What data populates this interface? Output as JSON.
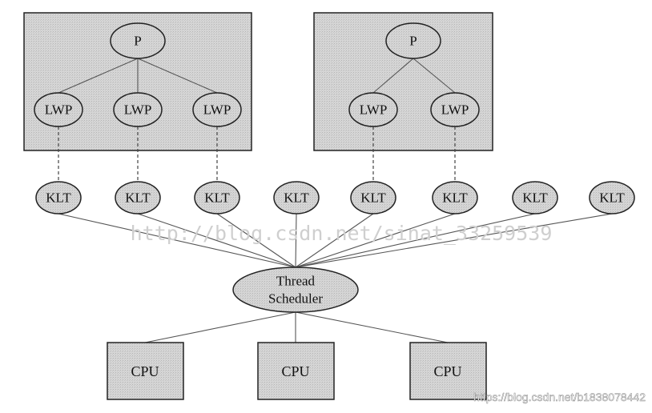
{
  "processes": [
    {
      "label": "P",
      "lwps": [
        "LWP",
        "LWP",
        "LWP"
      ]
    },
    {
      "label": "P",
      "lwps": [
        "LWP",
        "LWP"
      ]
    }
  ],
  "klts": [
    "KLT",
    "KLT",
    "KLT",
    "KLT",
    "KLT",
    "KLT",
    "KLT",
    "KLT"
  ],
  "scheduler": {
    "line1": "Thread",
    "line2": "Scheduler"
  },
  "cpus": [
    "CPU",
    "CPU",
    "CPU"
  ],
  "watermarks": {
    "center": "http://blog.csdn.net/sinat_33259539",
    "corner": "https://blog.csdn.net/b1838078442"
  },
  "colors": {
    "fill": "#d4d4d4",
    "stroke": "#222222",
    "watermark": "#cfcfcf"
  }
}
